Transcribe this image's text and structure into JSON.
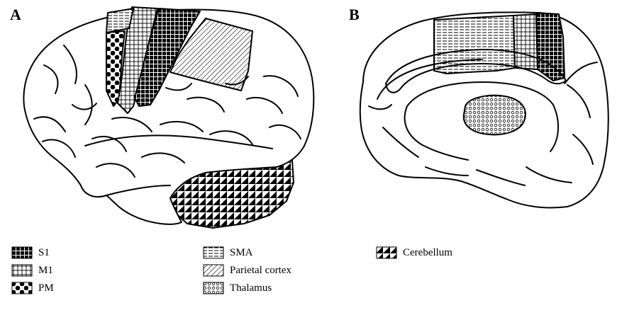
{
  "panels": {
    "a_label": "A",
    "b_label": "B"
  },
  "legend": [
    {
      "label": "S1",
      "pattern": "pat-s1"
    },
    {
      "label": "M1",
      "pattern": "pat-m1"
    },
    {
      "label": "PM",
      "pattern": "pat-pm"
    },
    {
      "label": "SMA",
      "pattern": "pat-sma"
    },
    {
      "label": "Parietal cortex",
      "pattern": "pat-par"
    },
    {
      "label": "Thalamus",
      "pattern": "pat-thal"
    },
    {
      "label": "Cerebellum",
      "pattern": "pat-cer"
    }
  ]
}
